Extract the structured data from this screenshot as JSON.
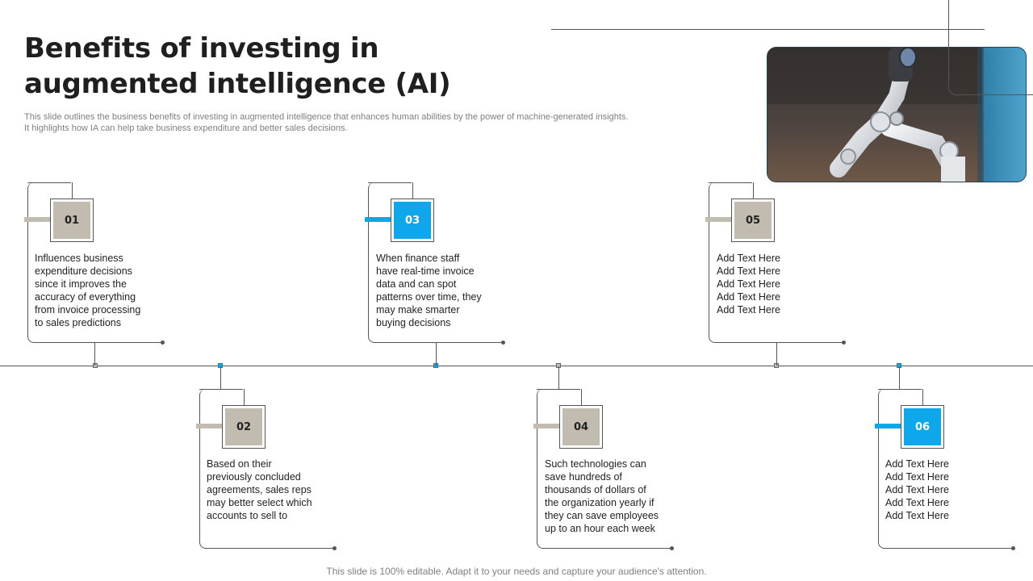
{
  "slide": {
    "title": "Benefits of investing in augmented intelligence (AI)",
    "subtitle_line1": "This slide outlines the business benefits of investing in augmented intelligence that enhances human abilities by the power of machine-generated insights.",
    "subtitle_line2": "It highlights how IA can help take business expenditure and better sales decisions.",
    "footer": "This slide is 100% editable. Adapt it to your needs and capture your audience's attention."
  },
  "steps": [
    {
      "number": "01",
      "accent": "grey",
      "text": "Influences business\nexpenditure decisions\nsince it improves the\naccuracy of everything\nfrom invoice processing\nto sales predictions"
    },
    {
      "number": "02",
      "accent": "grey",
      "text": "Based on their\npreviously concluded\nagreements, sales reps\nmay better select which\naccounts to sell to"
    },
    {
      "number": "03",
      "accent": "blue",
      "text": "When finance staff\nhave real-time invoice\ndata and can spot\npatterns over time, they\nmay make smarter\nbuying decisions"
    },
    {
      "number": "04",
      "accent": "grey",
      "text": "Such technologies can\nsave hundreds of\nthousands of dollars of\nthe organization yearly if\nthey can save employees\nup to an hour each week"
    },
    {
      "number": "05",
      "accent": "grey",
      "text": "Add Text Here\nAdd Text Here\nAdd Text Here\nAdd Text Here\nAdd Text Here"
    },
    {
      "number": "06",
      "accent": "blue",
      "text": "Add Text Here\nAdd Text Here\nAdd Text Here\nAdd Text Here\nAdd Text Here"
    }
  ],
  "colors": {
    "accent_grey": "#c2bbb0",
    "accent_blue": "#0fa7ec",
    "line": "#555555"
  },
  "image": {
    "icon": "robot-arm-photo"
  }
}
